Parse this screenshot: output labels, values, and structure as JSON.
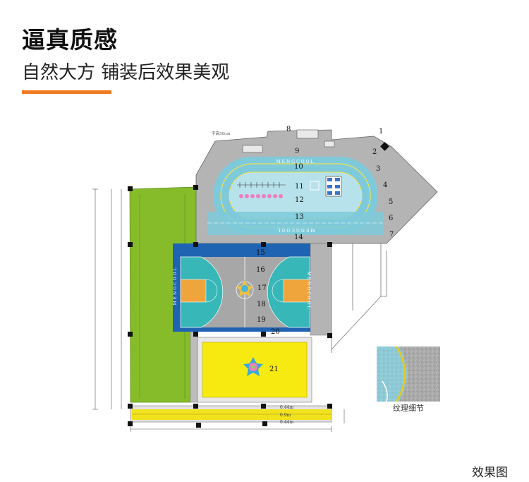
{
  "header": {
    "title": "逼真质感",
    "subtitle": "自然大方 铺装后效果美观",
    "accent_color": "#f07b22"
  },
  "plan": {
    "zone_numbers": [
      "1",
      "2",
      "3",
      "4",
      "5",
      "6",
      "7",
      "8",
      "9",
      "10",
      "11",
      "12",
      "13",
      "14",
      "15",
      "16",
      "17",
      "18",
      "19",
      "20",
      "21"
    ],
    "top_note": "字高50cm",
    "brand_top": "MENGCOOL",
    "brand_bottom": "MENGCOOL",
    "court_brand_left": "MENGCOOL",
    "court_brand_right": "MENGCOOL",
    "strip_dim_upper": "0.44m",
    "strip_dim_middle": "0.9m",
    "strip_dim_lower": "0.44m",
    "colors": {
      "plaza_gray": "#b4b4b4",
      "green_field": "#86bc2a",
      "track_blue": "#7ecadb",
      "track_inner": "#b7e2ec",
      "track_line": "#f3e24a",
      "court_blue": "#1f63b3",
      "court_gray": "#a7a7a7",
      "key_teal": "#38b7b8",
      "key_orange": "#f0a43c",
      "yellow_area": "#f6ea10",
      "yellow_strip": "#f2e21e"
    }
  },
  "texture_detail": {
    "caption": "纹理细节"
  },
  "footer": {
    "label": "效果图"
  }
}
